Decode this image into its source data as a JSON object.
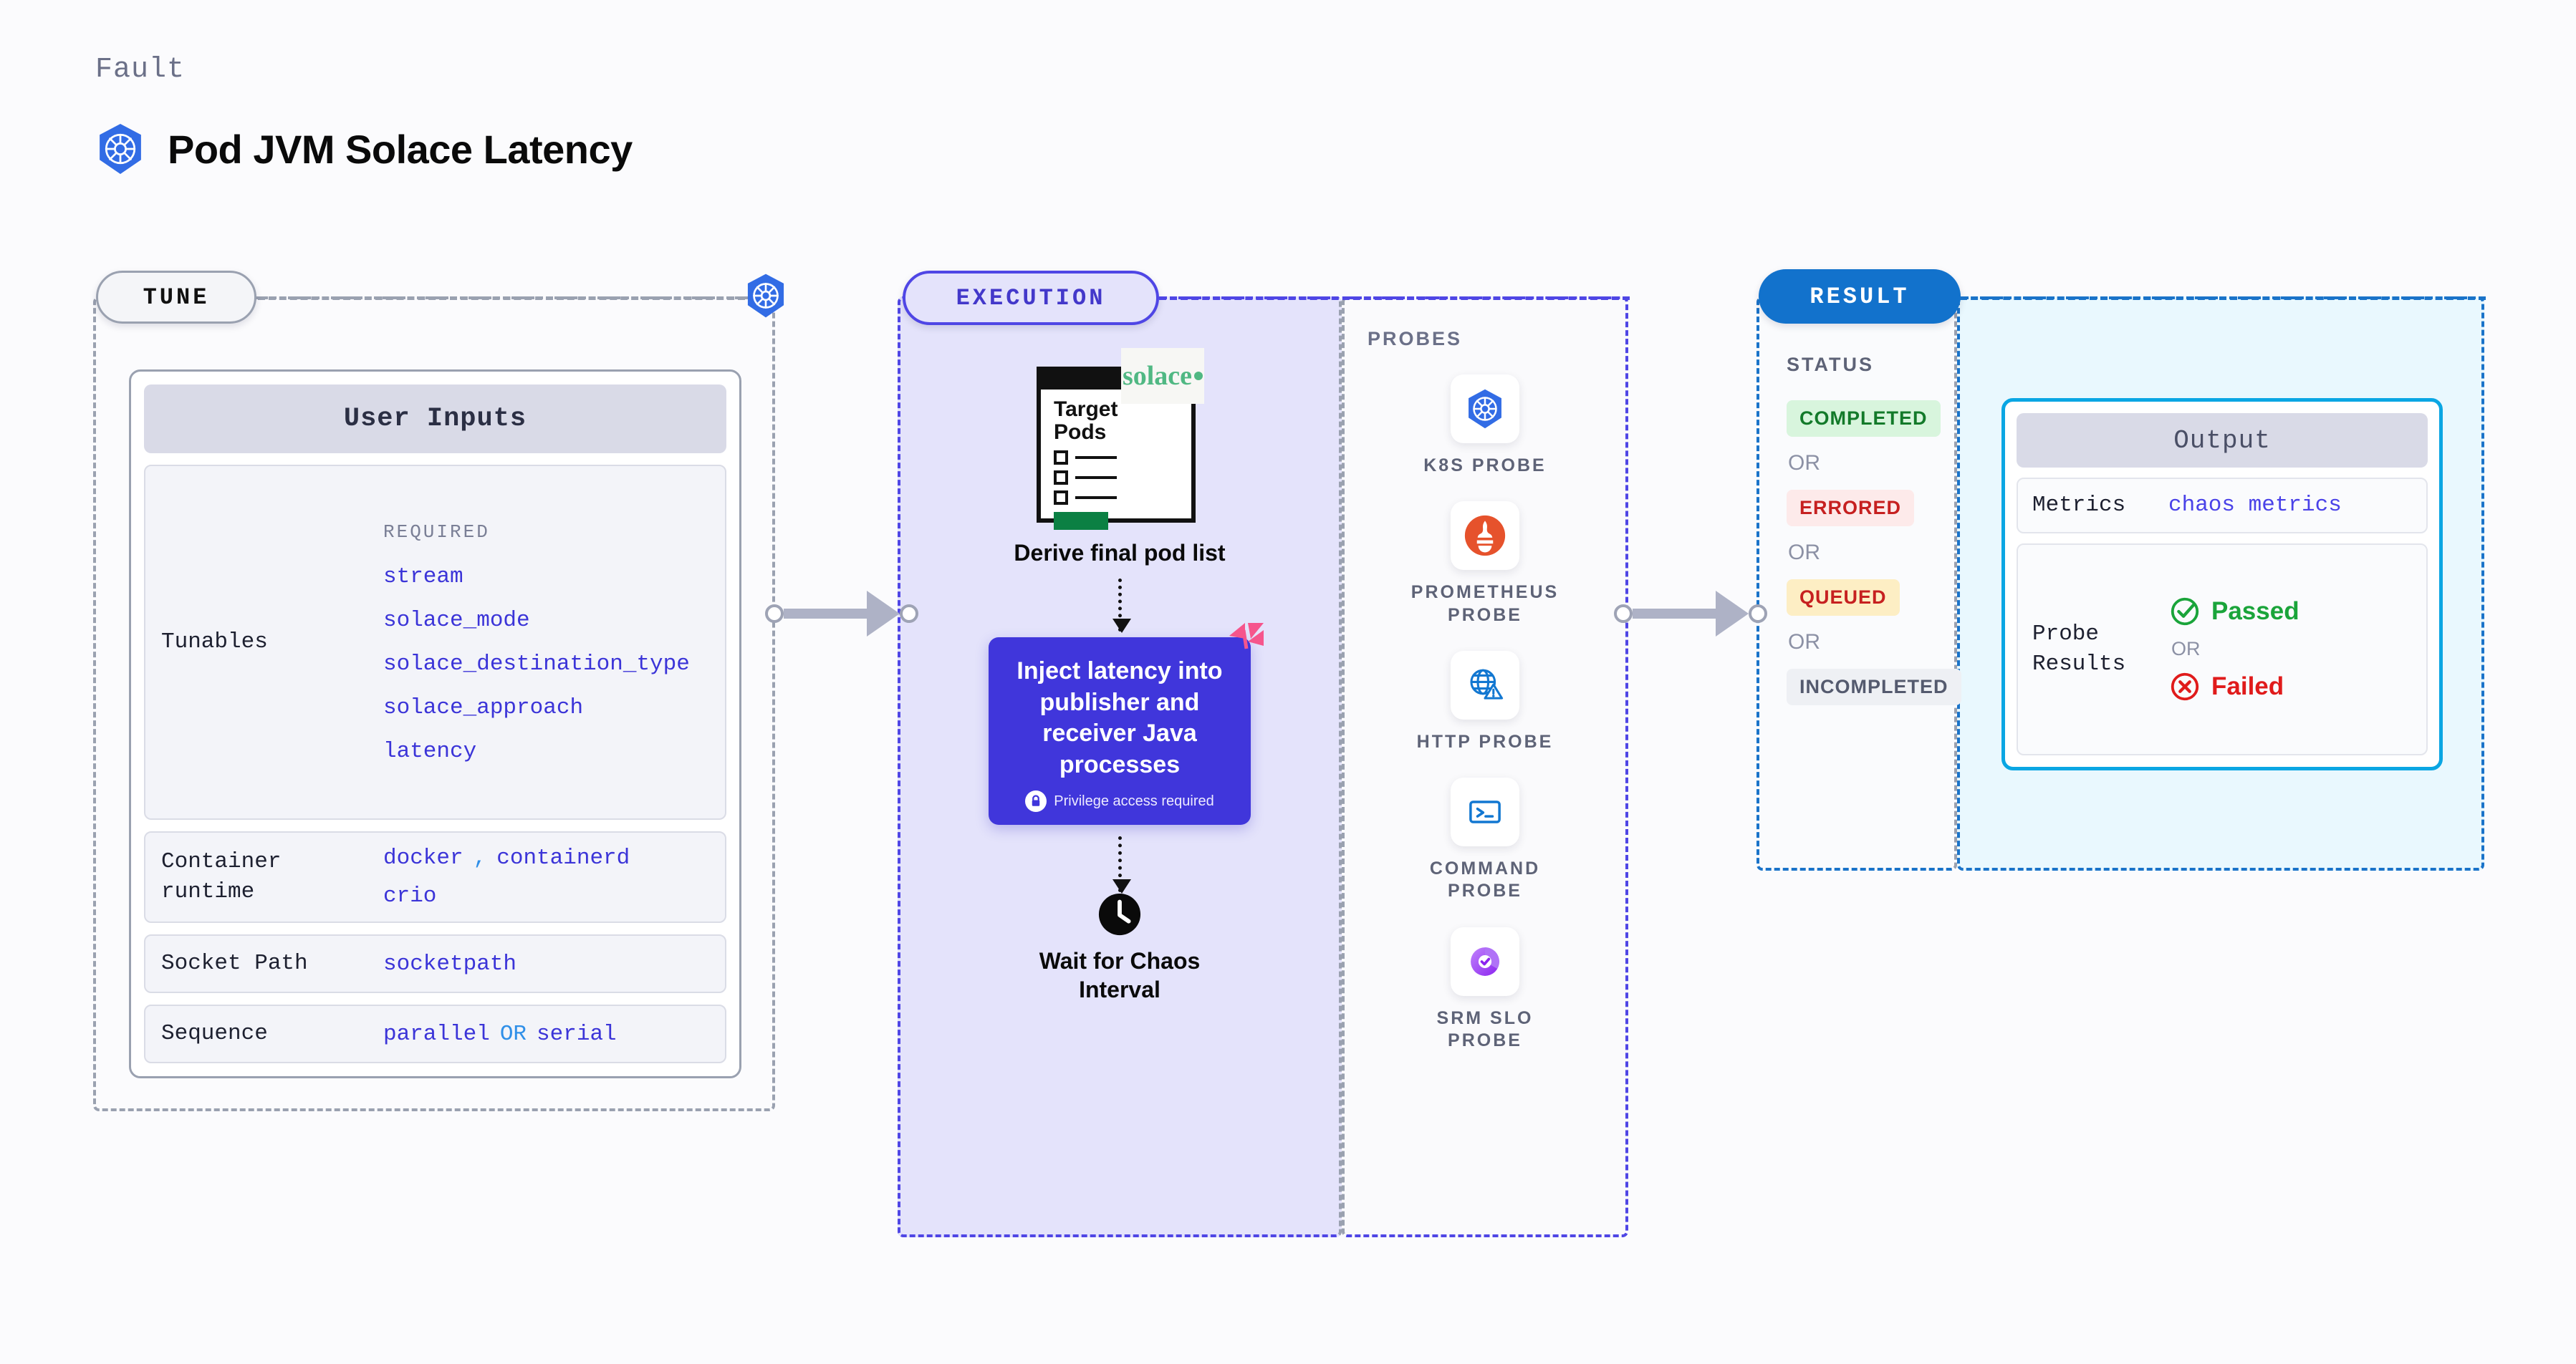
{
  "header": {
    "eyebrow": "Fault",
    "title": "Pod JVM Solace Latency",
    "icon": "kubernetes-icon"
  },
  "stages": {
    "tune": {
      "label": "TUNE",
      "icon": "kubernetes-icon"
    },
    "execution": {
      "label": "EXECUTION"
    },
    "probes": {
      "label": "PROBES"
    },
    "result": {
      "label": "RESULT"
    }
  },
  "user_inputs": {
    "title": "User Inputs",
    "rows": [
      {
        "label": "Tunables",
        "required_label": "REQUIRED",
        "values": [
          "stream",
          "solace_mode",
          "solace_destination_type",
          "solace_approach",
          "latency"
        ]
      },
      {
        "label": "Container runtime",
        "values": [
          "docker",
          ",",
          "containerd",
          "crio"
        ]
      },
      {
        "label": "Socket Path",
        "values": [
          "socketpath"
        ]
      },
      {
        "label": "Sequence",
        "values": [
          "parallel",
          "OR",
          "serial"
        ]
      }
    ]
  },
  "execution": {
    "pod_card": {
      "title_line1": "Target",
      "title_line2": "Pods",
      "vendor_badge": "solace"
    },
    "caption": "Derive final pod list",
    "inject_step": {
      "text": "Inject latency into publisher and receiver Java processes",
      "privilege_note": "Privilege access required",
      "privilege_icon": "lock-icon",
      "corner_icon": "chaos-logo-icon"
    },
    "wait_step": {
      "icon": "clock-icon",
      "line1": "Wait for Chaos",
      "line2": "Interval"
    }
  },
  "probes": {
    "title": "PROBES",
    "items": [
      {
        "label": "K8S PROBE",
        "icon": "kubernetes-icon"
      },
      {
        "label": "PROMETHEUS PROBE",
        "icon": "prometheus-icon"
      },
      {
        "label": "HTTP PROBE",
        "icon": "http-globe-warning-icon"
      },
      {
        "label": "COMMAND PROBE",
        "icon": "terminal-icon"
      },
      {
        "label": "SRM SLO PROBE",
        "icon": "srm-slo-icon"
      }
    ]
  },
  "result": {
    "status_title": "STATUS",
    "or_label": "OR",
    "statuses": [
      {
        "label": "COMPLETED",
        "kind": "completed"
      },
      {
        "label": "ERRORED",
        "kind": "errored"
      },
      {
        "label": "QUEUED",
        "kind": "queued"
      },
      {
        "label": "INCOMPLETED",
        "kind": "incompleted"
      }
    ]
  },
  "output": {
    "title": "Output",
    "metrics": {
      "label": "Metrics",
      "value": "chaos metrics"
    },
    "probe_results": {
      "label": "Probe Results",
      "passed": "Passed",
      "or_label": "OR",
      "failed": "Failed",
      "passed_icon": "check-circle-icon",
      "failed_icon": "x-circle-icon"
    }
  },
  "colors": {
    "kubernetes_blue": "#326ce5",
    "execution_purple": "#4f46e5",
    "execution_fill": "#e4e3fb",
    "inject_box": "#4036db",
    "result_blue": "#1272cc",
    "output_cyan": "#0aa6e3",
    "output_fill": "#e9f8fe",
    "mono_blue": "#3b34d8",
    "mono_sky": "#2f8fe8",
    "pass_green": "#1aa43a",
    "fail_red": "#e01b1b",
    "solace_green": "#50b883",
    "chaos_pink": "#f6558c"
  }
}
